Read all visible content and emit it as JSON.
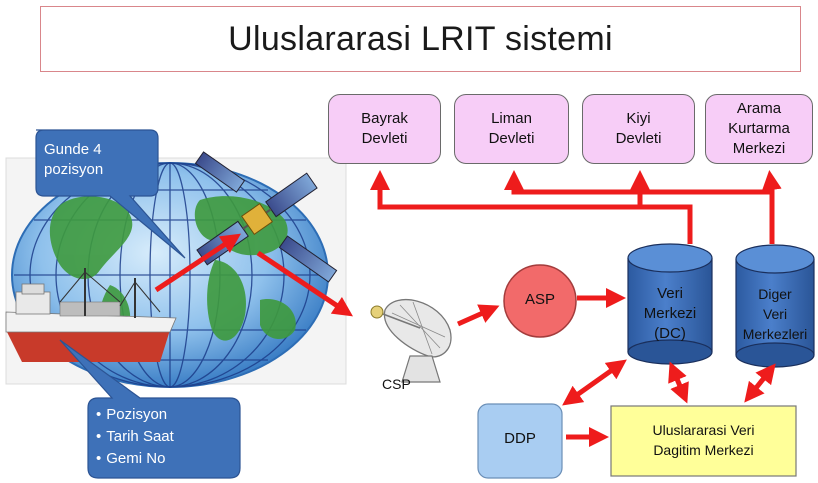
{
  "title": "Uluslararasi LRIT sistemi",
  "colors": {
    "arrow": "#ee1c1c",
    "pink_box": "#f7cdf7",
    "callout": "#3e71b8",
    "asp": "#f26a6a",
    "cylinder": "#3e6fb7",
    "ddp": "#a9cdf2",
    "idc": "#ffff99"
  },
  "flag_states": [
    {
      "label": "Bayrak\nDevleti"
    },
    {
      "label": "Liman\nDevleti"
    },
    {
      "label": "Kiyi\nDevleti"
    },
    {
      "label": "Arama\nKurtarma\nMerkezi"
    }
  ],
  "callout_top": {
    "label": "Gunde 4\npozisyon"
  },
  "callout_bottom": {
    "items": [
      "Pozisyon",
      "Tarih Saat",
      "Gemi No"
    ]
  },
  "csp": {
    "label": "CSP"
  },
  "asp": {
    "label": "ASP"
  },
  "data_center": {
    "label": "Veri\nMerkezi\n(DC)"
  },
  "other_dc": {
    "label": "Diger\nVeri\nMerkezleri"
  },
  "ddp": {
    "label": "DDP"
  },
  "idc": {
    "label": "Uluslararasi Veri\nDagitim Merkezi"
  }
}
